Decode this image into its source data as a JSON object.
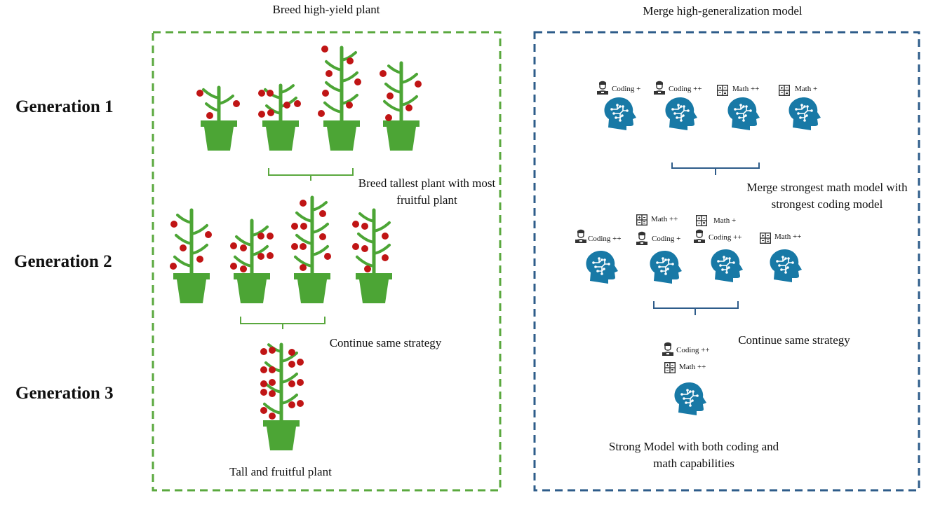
{
  "left_panel": {
    "title": "Breed high-yield plant",
    "generations": [
      "Generation 1",
      "Generation 2",
      "Generation 3"
    ],
    "step1_note": "Breed tallest plant with most fruitful plant",
    "step2_note": "Continue same strategy",
    "result_note": "Tall and fruitful plant"
  },
  "right_panel": {
    "title": "Merge high-generalization model",
    "step1_note": "Merge strongest math model with strongest coding model",
    "step2_note": "Continue same strategy",
    "result_note": "Strong Model with both coding and math capabilities",
    "row1_labels": [
      "Coding +",
      "Coding ++",
      "Math ++",
      "Math +"
    ],
    "row2_top_labels": [
      "Math ++",
      "Math +"
    ],
    "row2_labels": [
      "Coding ++",
      "Coding +",
      "Coding ++",
      "Math ++"
    ],
    "final_labels": [
      "Coding ++",
      "Math ++"
    ]
  },
  "colors": {
    "left_border": "#5aa83e",
    "right_border": "#2e5c8a",
    "plant": "#4ca535",
    "fruit": "#c01515",
    "head": "#1879a6"
  },
  "icons": {
    "coder": "person-laptop-icon",
    "math": "calculator-icon",
    "model": "brain-head-icon",
    "plant": "potted-plant-icon"
  }
}
